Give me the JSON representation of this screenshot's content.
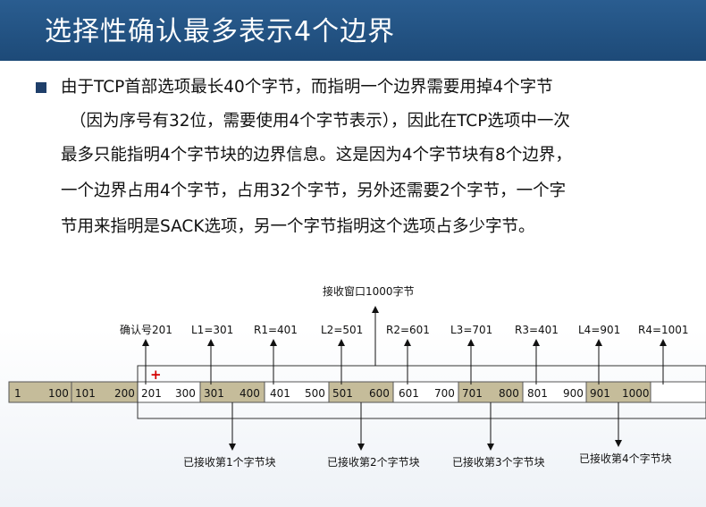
{
  "title": "选择性确认最多表示4个边界",
  "paragraph": [
    "由于TCP首部选项最长40个字节，而指明一个边界需要用掉4个字节",
    "（因为序号有32位，需要使用4个字节表示），因此在TCP选项中一次",
    "最多只能指明4个字节块的边界信息。这是因为4个字节块有8个边界，",
    "一个边界占用4个字节，占用32个字节，另外还需要2个字节，一个字",
    "节用来指明是SACK选项，另一个字节指明这个选项占多少字节。"
  ],
  "diagram": {
    "window_label": "接收窗口1000字节",
    "ack_label": "确认号201",
    "boundary_labels": [
      "L1=301",
      "R1=401",
      "L2=501",
      "R2=601",
      "L3=701",
      "R3=401",
      "L4=901",
      "R4=1001"
    ],
    "plus_mark": "+",
    "row_numbers": [
      "1",
      "100",
      "101",
      "200",
      "201",
      "300",
      "301",
      "400",
      "401",
      "500",
      "501",
      "600",
      "601",
      "700",
      "701",
      "800",
      "801",
      "900",
      "901",
      "1000"
    ],
    "block_labels": [
      "已接收第1个字节块",
      "已接收第2个字节块",
      "已接收第3个字节块",
      "已接收第4个字节块"
    ],
    "colors": {
      "received": "#c5bc9a",
      "title_bar": "#1f4e7e",
      "plus": "#d40000"
    }
  }
}
